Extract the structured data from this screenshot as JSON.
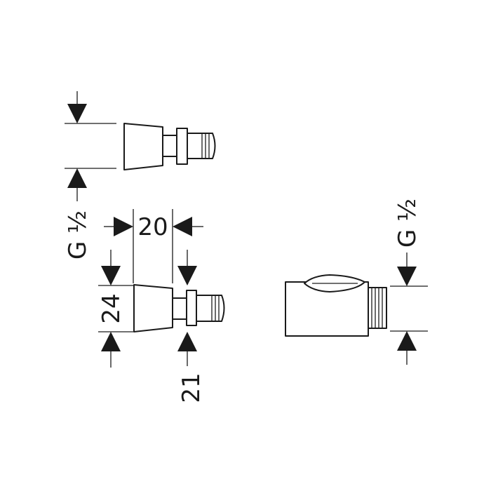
{
  "drawing": {
    "top_thread_label": "G ½",
    "width_label": "20",
    "height_label": "24",
    "hex_label": "21",
    "right_thread_label": "G ½"
  },
  "colors": {
    "line": "#1a1a1a",
    "background": "#ffffff"
  }
}
